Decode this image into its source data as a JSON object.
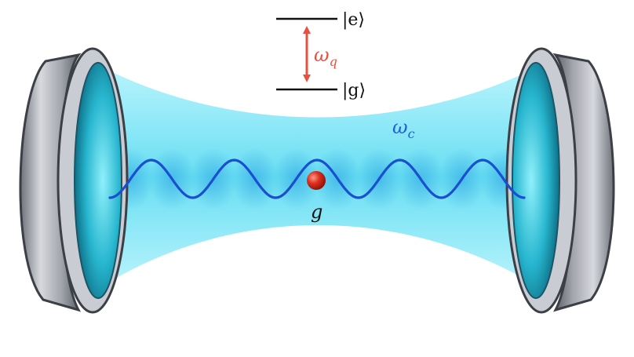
{
  "levels": {
    "excited_label": "|e⟩",
    "ground_label": "|g⟩"
  },
  "transition": {
    "symbol": "ω",
    "subscript": "q",
    "color": "#e8513f"
  },
  "cavity": {
    "symbol": "ω",
    "subscript": "c",
    "color": "#1f5fd6"
  },
  "coupling": {
    "label": "g"
  },
  "colors": {
    "beam": "#6fe3f5",
    "wave": "#1a4fd0",
    "atom": "#d42a1e",
    "mirror_metal": "#a9acb3",
    "mirror_inner": "#2fb8cf"
  },
  "wave": {
    "cycles": 5
  }
}
